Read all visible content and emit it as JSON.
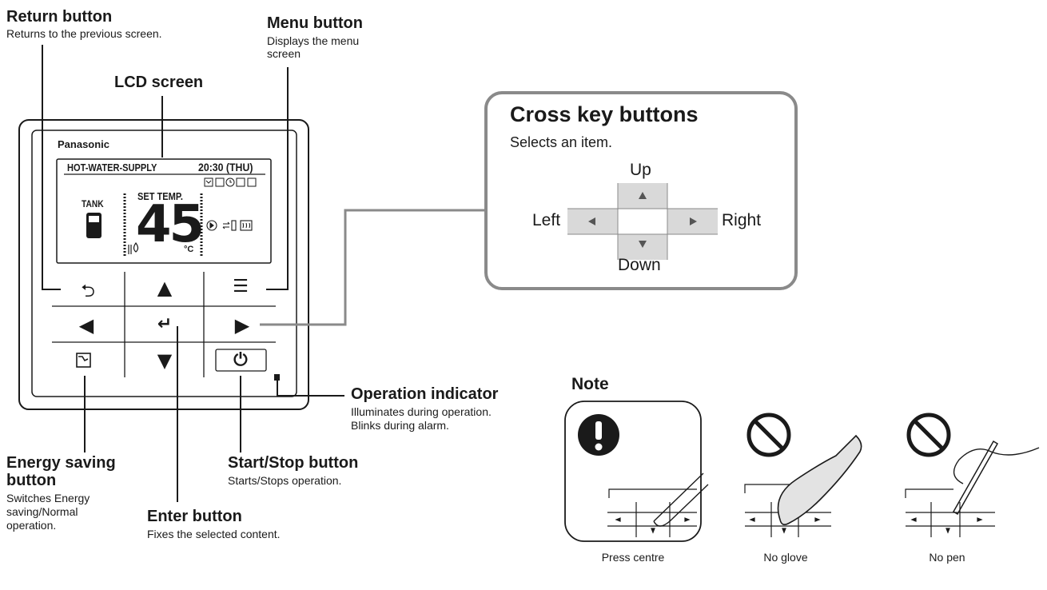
{
  "callouts": {
    "return": {
      "title": "Return button",
      "desc": "Returns to the previous screen."
    },
    "menu": {
      "title": "Menu button",
      "desc_line1": "Displays the menu",
      "desc_line2": "screen"
    },
    "lcd": {
      "title": "LCD screen"
    },
    "operation_indicator": {
      "title": "Operation indicator",
      "desc_line1": "Illuminates during operation.",
      "desc_line2": "Blinks during alarm."
    },
    "energy_saving": {
      "title_line1": "Energy saving",
      "title_line2": "button",
      "desc_line1": "Switches Energy",
      "desc_line2": "saving/Normal",
      "desc_line3": "operation."
    },
    "start_stop": {
      "title": "Start/Stop button",
      "desc": "Starts/Stops operation."
    },
    "enter": {
      "title": "Enter button",
      "desc": "Fixes the selected content."
    }
  },
  "controller": {
    "brand": "Panasonic",
    "lcd": {
      "mode": "HOT-WATER-SUPPLY",
      "time": "20:30 (THU)",
      "tank_label": "TANK",
      "set_temp_label": "SET TEMP.",
      "temperature": "45",
      "unit": "°C"
    },
    "buttons": {
      "return_symbol": "⮌",
      "up_symbol": "▲",
      "menu_symbol": "☰",
      "left_symbol": "◀",
      "enter_symbol": "↵",
      "right_symbol": "▶",
      "down_symbol": "▼",
      "power_symbol": "⏻"
    }
  },
  "cross_key": {
    "title": "Cross key buttons",
    "desc": "Selects an item.",
    "up": "Up",
    "down": "Down",
    "left": "Left",
    "right": "Right"
  },
  "note": {
    "title": "Note",
    "items": [
      {
        "caption": "Press centre"
      },
      {
        "caption": "No glove"
      },
      {
        "caption": "No pen"
      }
    ]
  },
  "colors": {
    "line": "#1a1a1a",
    "callout_line": "#8a8a8a",
    "key_fill": "#d9d9d9",
    "box_border": "#8a8a8a"
  }
}
